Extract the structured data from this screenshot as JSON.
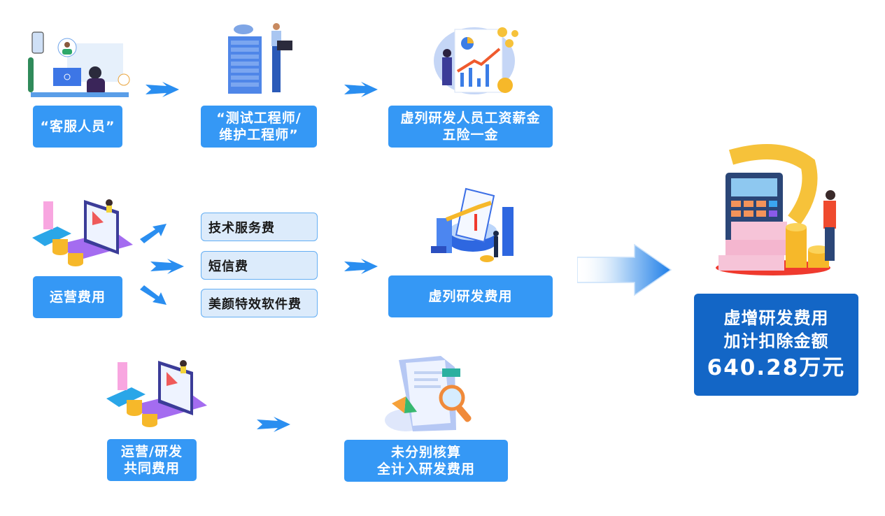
{
  "colors": {
    "box_blue": "#3598f5",
    "final_blue": "#1366c6",
    "sub_fill": "#dcebfb",
    "sub_border": "#64aef3",
    "arrow_blue": "#2a8ef0"
  },
  "row1": {
    "customer_service": {
      "lines": [
        "“客服人员”"
      ],
      "illustration": "customer-service-illustration"
    },
    "engineers": {
      "lines": [
        "“测试工程师/",
        "维护工程师”"
      ],
      "illustration": "server-engineer-illustration"
    },
    "salary": {
      "lines": [
        "虚列研发人员工资薪金",
        "五险一金"
      ],
      "illustration": "finance-chart-illustration"
    }
  },
  "row2": {
    "operating_costs": {
      "lines": [
        "运营费用"
      ],
      "illustration": "operations-dashboard-illustration"
    },
    "sub_items": [
      "技术服务费",
      "短信费",
      "美颜特效软件费"
    ],
    "fake_rd": {
      "lines": [
        "虚列研发费用"
      ],
      "illustration": "growth-chart-illustration"
    }
  },
  "row3": {
    "shared_costs": {
      "lines": [
        "运营/研发",
        "共同费用"
      ],
      "illustration": "operations-dashboard-illustration"
    },
    "unallocated": {
      "lines": [
        "未分别核算",
        "全计入研发费用"
      ],
      "illustration": "audit-document-illustration"
    }
  },
  "result": {
    "lines": [
      "虚增研发费用",
      "加计扣除金额"
    ],
    "amount": "640.28万元",
    "illustration": "calculator-money-illustration"
  }
}
